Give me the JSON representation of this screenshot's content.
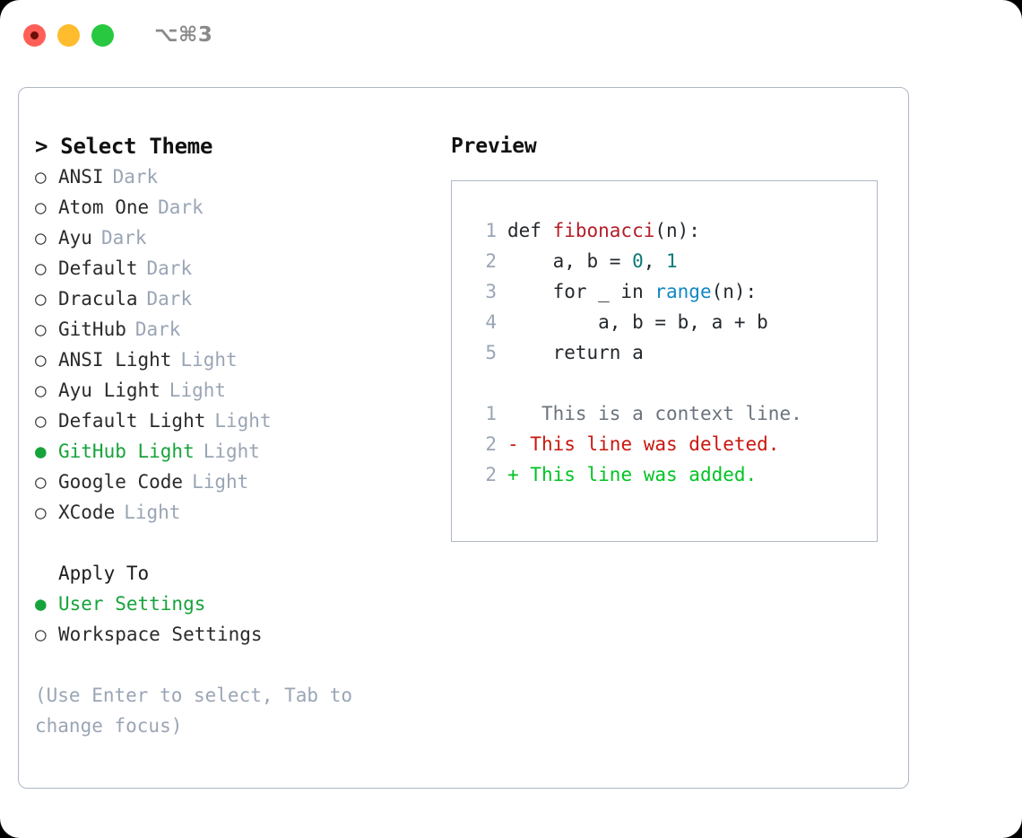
{
  "titlebar": {
    "shortcut": "⌥⌘3",
    "buttons": [
      "close",
      "minimize",
      "maximize"
    ]
  },
  "theme_selector": {
    "heading": "> Select Theme",
    "prompt": ">",
    "bullet_unselected": "○",
    "bullet_selected": "●",
    "items": [
      {
        "name": "ANSI",
        "tag": "Dark",
        "selected": false
      },
      {
        "name": "Atom One",
        "tag": "Dark",
        "selected": false
      },
      {
        "name": "Ayu",
        "tag": "Dark",
        "selected": false
      },
      {
        "name": "Default",
        "tag": "Dark",
        "selected": false
      },
      {
        "name": "Dracula",
        "tag": "Dark",
        "selected": false
      },
      {
        "name": "GitHub",
        "tag": "Dark",
        "selected": false
      },
      {
        "name": "ANSI Light",
        "tag": "Light",
        "selected": false
      },
      {
        "name": "Ayu Light",
        "tag": "Light",
        "selected": false
      },
      {
        "name": "Default Light",
        "tag": "Light",
        "selected": false
      },
      {
        "name": "GitHub Light",
        "tag": "Light",
        "selected": true
      },
      {
        "name": "Google Code",
        "tag": "Light",
        "selected": false
      },
      {
        "name": "XCode",
        "tag": "Light",
        "selected": false
      }
    ]
  },
  "apply_to": {
    "heading": "Apply To",
    "options": [
      {
        "name": "User Settings",
        "selected": true
      },
      {
        "name": "Workspace Settings",
        "selected": false
      }
    ]
  },
  "hint": "(Use Enter to select, Tab to change focus)",
  "preview": {
    "heading": "Preview",
    "code_lines": [
      {
        "no": "1",
        "segments": [
          {
            "t": "def ",
            "c": "src"
          },
          {
            "t": "fibonacci",
            "c": "tok-fn"
          },
          {
            "t": "(n):",
            "c": "src"
          }
        ]
      },
      {
        "no": "2",
        "segments": [
          {
            "t": "    a, b = ",
            "c": "src"
          },
          {
            "t": "0",
            "c": "tok-num"
          },
          {
            "t": ", ",
            "c": "src"
          },
          {
            "t": "1",
            "c": "tok-num"
          }
        ]
      },
      {
        "no": "3",
        "segments": [
          {
            "t": "    for _ in ",
            "c": "src"
          },
          {
            "t": "range",
            "c": "tok-fn2"
          },
          {
            "t": "(n):",
            "c": "src"
          }
        ]
      },
      {
        "no": "4",
        "segments": [
          {
            "t": "        a, b = b, a + b",
            "c": "src"
          }
        ]
      },
      {
        "no": "5",
        "segments": [
          {
            "t": "    return a",
            "c": "src"
          }
        ]
      }
    ],
    "diff_lines": [
      {
        "no": "1",
        "marker": " ",
        "text": "  This is a context line.",
        "kind": "diff-ctx"
      },
      {
        "no": "2",
        "marker": "-",
        "text": " This line was deleted.",
        "kind": "diff-del"
      },
      {
        "no": "2",
        "marker": "+",
        "text": " This line was added.",
        "kind": "diff-add"
      }
    ]
  },
  "colors": {
    "accent_green": "#17a33b",
    "muted": "#9aa5b5",
    "border": "#aeb7c4",
    "diff_added": "#00c424",
    "diff_deleted": "#c8180f",
    "keyword_fn": "#b31d28",
    "number": "#0b7a78",
    "builtin": "#1287c4"
  }
}
